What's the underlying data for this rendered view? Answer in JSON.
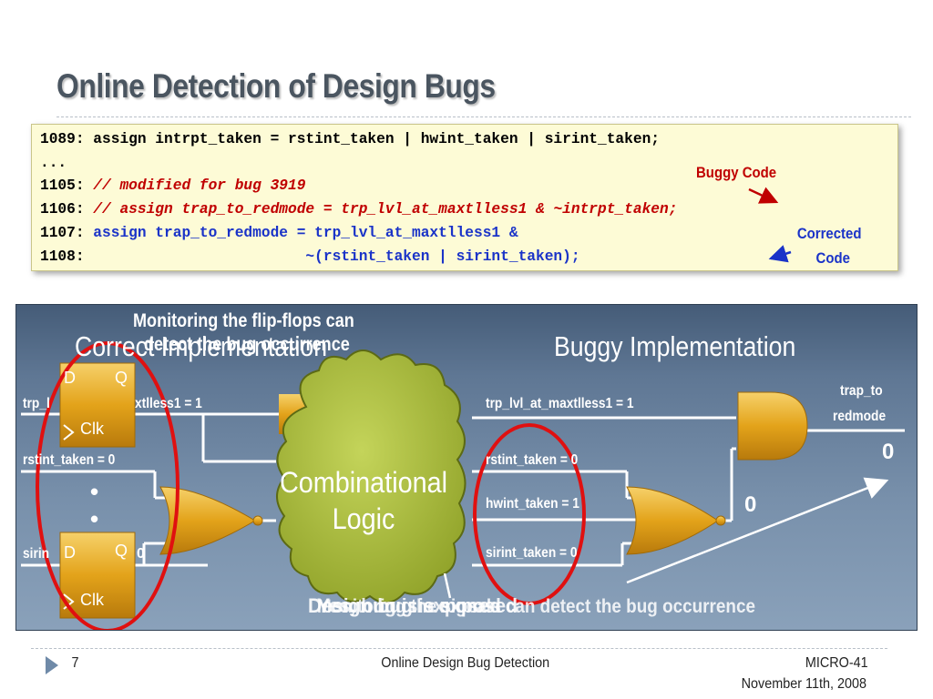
{
  "slide": {
    "title": "Online Detection of Design Bugs"
  },
  "code": {
    "line1_num": "1089: ",
    "line1_text": "assign intrpt_taken = rstint_taken | hwint_taken | sirint_taken;",
    "line2": "...",
    "line3_num": "1105: ",
    "line3_text": "// modified for bug 3919",
    "line4_num": "1106: ",
    "line4_text": "// assign trap_to_redmode = trp_lvl_at_maxtlless1 & ~intrpt_taken;",
    "line5_num": "1107: ",
    "line5_text": "assign trap_to_redmode = trp_lvl_at_maxtlless1 &",
    "line6_num": "1108: ",
    "line6_text": "                        ~(rstint_taken | sirint_taken);"
  },
  "annotations": {
    "buggy_code": "Buggy Code",
    "corrected_line1": "Corrected",
    "corrected_line2": "Code"
  },
  "diagram": {
    "correct_impl_title": "Correct Implementation",
    "buggy_impl_title": "Buggy Implementation",
    "monitor_line1": "Monitoring the flip-flops can",
    "monitor_line2": "detect the bug occurrence",
    "cloud_line1": "Combinational",
    "cloud_line2": "Logic",
    "ff_d": "D",
    "ff_q": "Q",
    "ff_clk": "Clk",
    "ff_dots": "•",
    "left_trp": "trp_l",
    "left_trp_tail": "xtlless1 = 1",
    "left_rstint": "rstint_taken = 0",
    "left_sirint": "sirin",
    "left_sirint_tail": "0",
    "right_trp": "trp_lvl_at_maxtlless1 = 1",
    "right_rstint": "rstint_taken = 0",
    "right_hwint": "hwint_taken = 1",
    "right_sirint": "sirint_taken = 0",
    "trap_out_line1": "trap_to",
    "trap_out_line2": "redmode",
    "or_output_value": "0",
    "and_output_value": "0",
    "bottom_text_a": "Design bug is exposed",
    "bottom_text_b": "Yes, bug is exposed",
    "bottom_text_c": "Monitoring the signals can detect the bug occurrence"
  },
  "footer": {
    "page_number": "7",
    "center": "Online Design Bug Detection",
    "conference": "MICRO-41",
    "date": "November 11th, 2008"
  },
  "colors": {
    "title": "#4a5560",
    "code_bg": "#fdfbd6",
    "comment_red": "#c00000",
    "corrected_blue": "#1a33c8",
    "gate_gold": "#e3a31a",
    "cloud_green": "#a6b833",
    "marker_red": "#e01010"
  }
}
